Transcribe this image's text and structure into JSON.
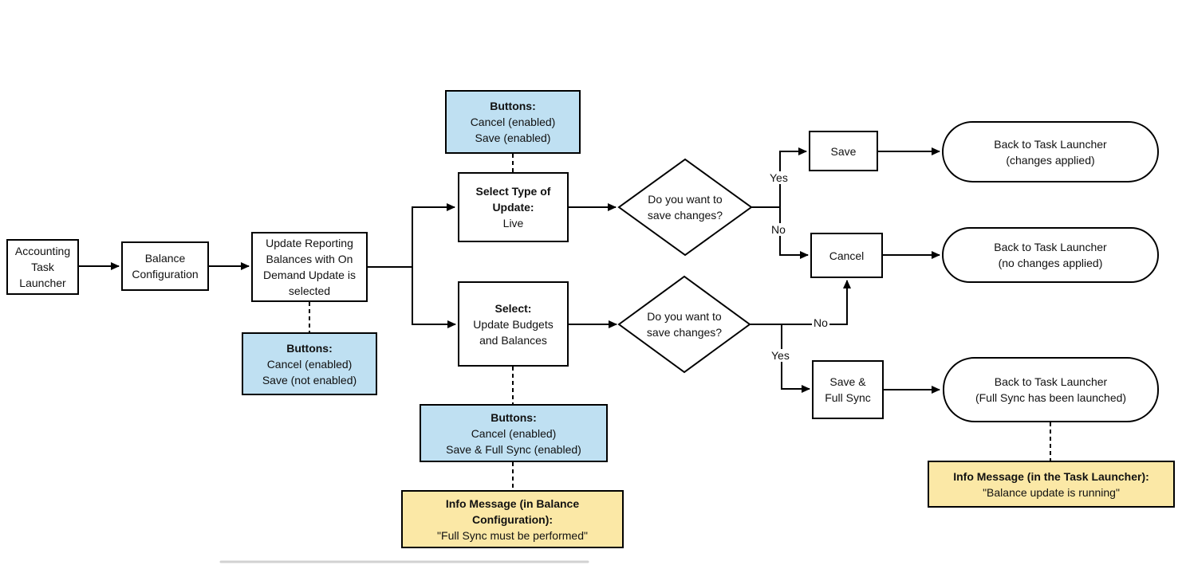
{
  "diagram": {
    "nodes": {
      "accounting": {
        "lines": [
          "Accounting",
          "Task",
          "Launcher"
        ]
      },
      "balance_config": {
        "lines": [
          "Balance",
          "Configuration"
        ]
      },
      "update_reporting": {
        "lines": [
          "Update Reporting",
          "Balances with On",
          "Demand Update is",
          "selected"
        ]
      },
      "buttons_save_not_enabled": {
        "bold_lines": [
          "Buttons:"
        ],
        "lines": [
          "Cancel (enabled)",
          "Save (not enabled)"
        ]
      },
      "buttons_save_enabled": {
        "bold_lines": [
          "Buttons:"
        ],
        "lines": [
          "Cancel (enabled)",
          "Save (enabled)"
        ]
      },
      "select_live": {
        "bold_lines": [
          "Select Type of",
          "Update:"
        ],
        "lines": [
          "Live"
        ]
      },
      "select_budgets": {
        "bold_lines": [
          "Select:"
        ],
        "lines": [
          "Update Budgets",
          "and Balances"
        ]
      },
      "decision_top": {
        "lines": [
          "Do you want to",
          "save changes?"
        ]
      },
      "decision_bottom": {
        "lines": [
          "Do you want to",
          "save changes?"
        ]
      },
      "save": {
        "label": "Save"
      },
      "cancel": {
        "label": "Cancel"
      },
      "save_full_sync": {
        "lines": [
          "Save &",
          "Full Sync"
        ]
      },
      "back_changes": {
        "lines": [
          "Back to Task Launcher",
          "(changes applied)"
        ]
      },
      "back_no_changes": {
        "lines": [
          "Back to Task Launcher",
          "(no changes applied)"
        ]
      },
      "back_full_sync": {
        "lines": [
          "Back to Task Launcher",
          "(Full Sync has been launched)"
        ]
      },
      "buttons_full_sync": {
        "bold_lines": [
          "Buttons:"
        ],
        "lines": [
          "Cancel (enabled)",
          "Save & Full Sync (enabled)"
        ]
      },
      "info_balance_config": {
        "bold_lines": [
          "Info Message (in Balance",
          "Configuration):"
        ],
        "lines": [
          "\"Full Sync must be performed\""
        ]
      },
      "info_task_launcher": {
        "bold_lines": [
          "Info Message (in the Task Launcher):"
        ],
        "lines": [
          "\"Balance update is running\""
        ]
      }
    },
    "edge_labels": {
      "yes_top": "Yes",
      "no_top": "No",
      "no_bottom": "No",
      "yes_bottom": "Yes"
    },
    "colors": {
      "note_blue": "#bfe0f2",
      "note_yellow": "#fbe8a6",
      "line": "#000000",
      "box_bg": "#ffffff",
      "divider": "#d2d2d2"
    }
  }
}
